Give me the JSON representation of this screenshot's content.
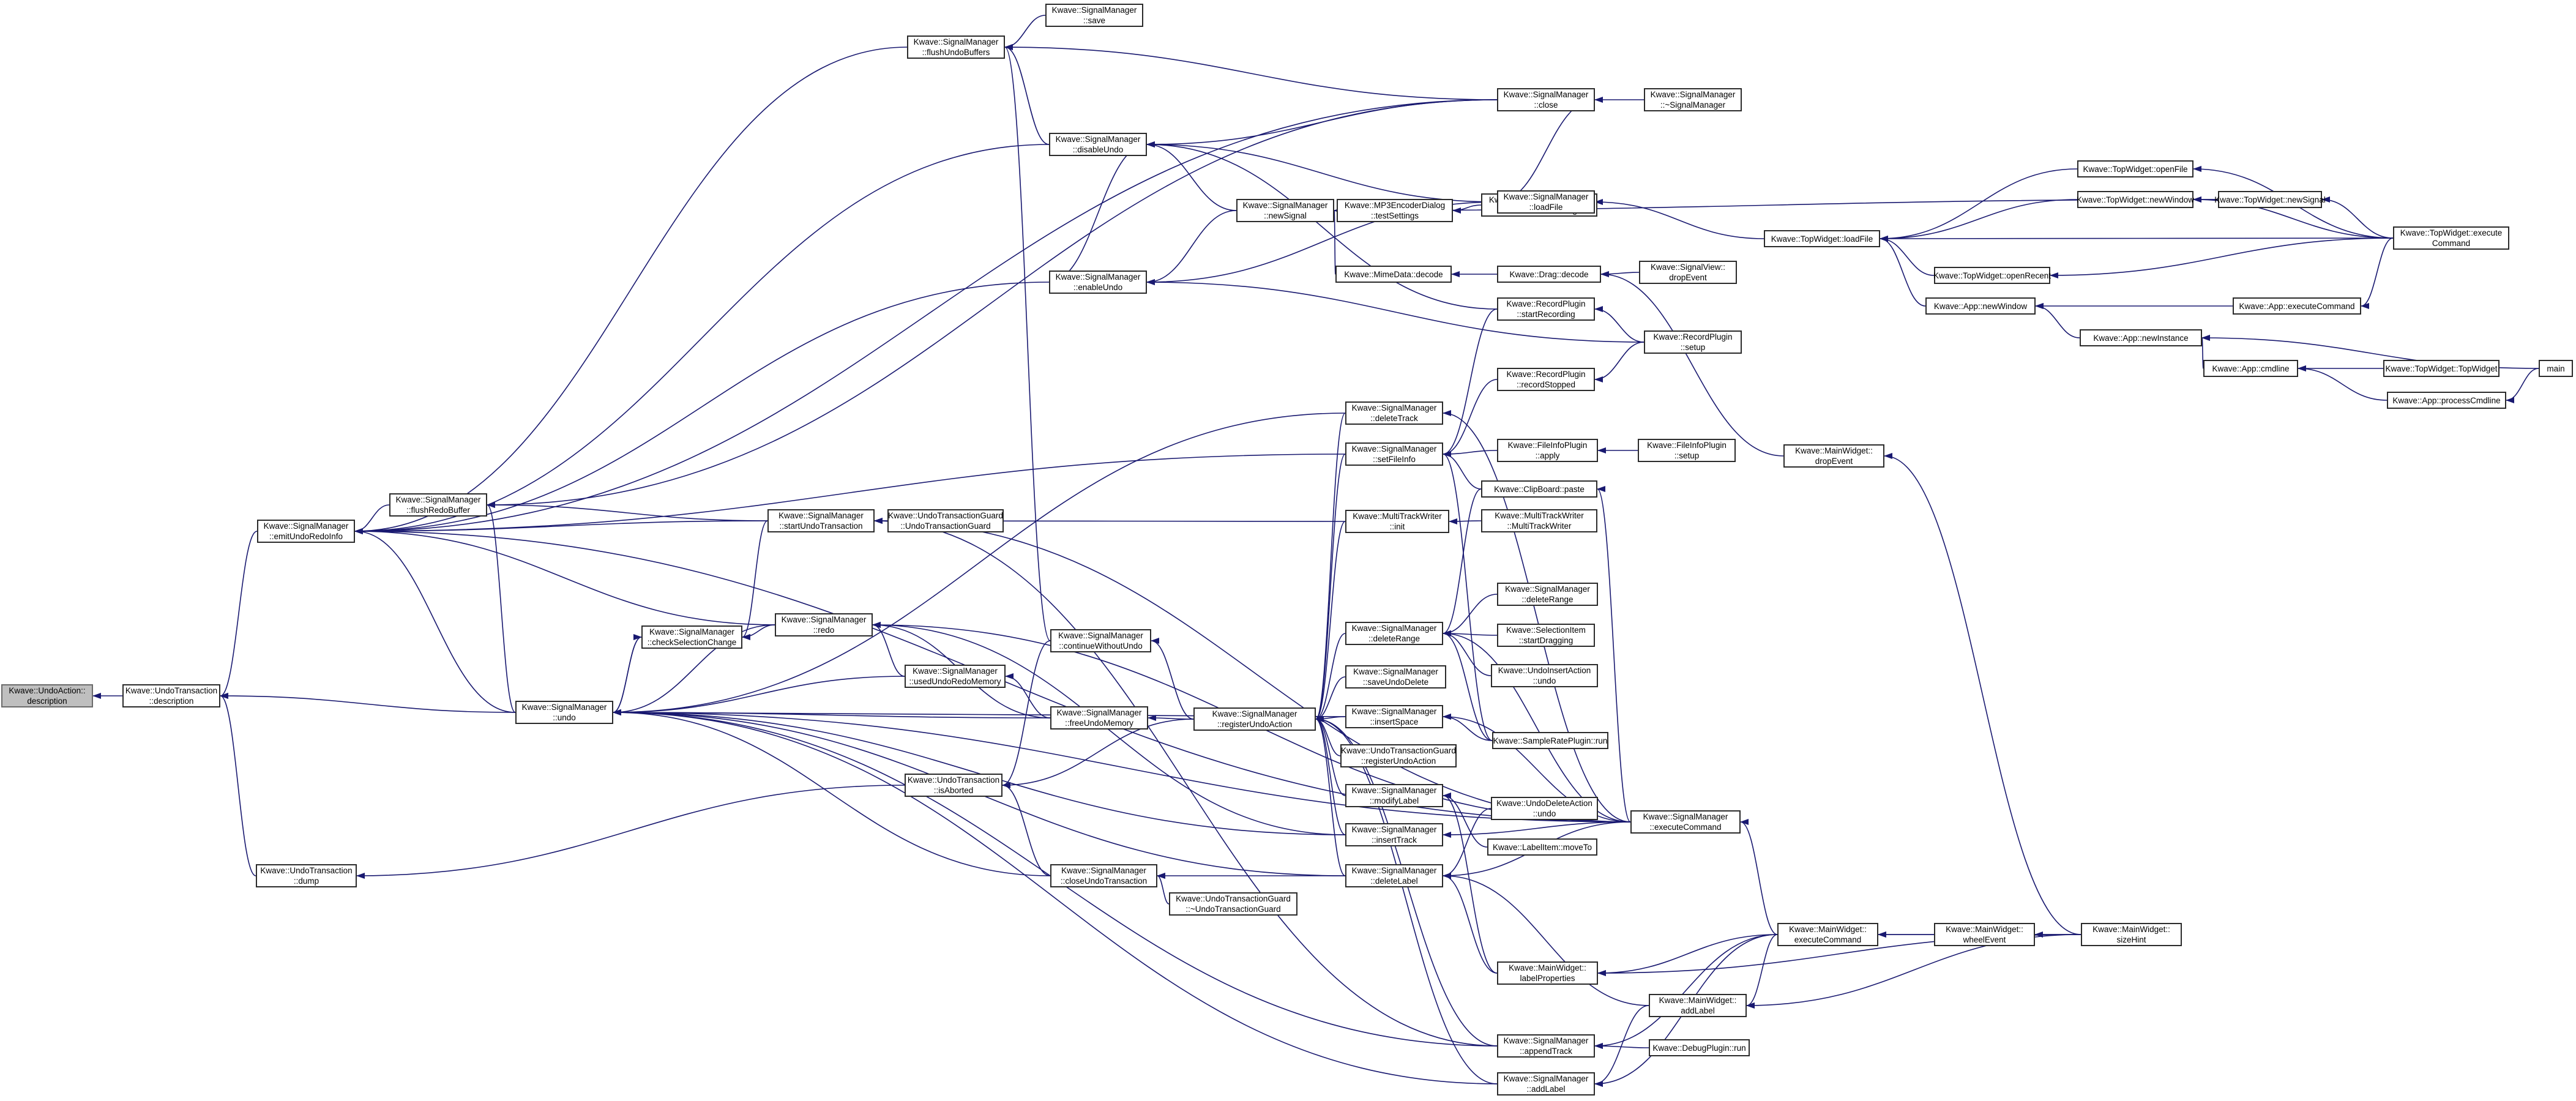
{
  "graph": {
    "root": "n0",
    "colors": {
      "edge": "#191970",
      "node_border": "#2b2b2b",
      "root_fill": "#bfbfbf",
      "node_fill": "#ffffff"
    },
    "nodes": [
      {
        "id": "n0",
        "lines": [
          "Kwave::UndoAction::",
          "description"
        ],
        "root": true
      },
      {
        "id": "n1",
        "lines": [
          "Kwave::UndoTransaction",
          "::description"
        ]
      },
      {
        "id": "n2",
        "lines": [
          "Kwave::SignalManager",
          "::emitUndoRedoInfo"
        ]
      },
      {
        "id": "n3",
        "lines": [
          "Kwave::SignalManager",
          "::undo"
        ]
      },
      {
        "id": "n4",
        "lines": [
          "Kwave::UndoTransaction",
          "::dump"
        ]
      },
      {
        "id": "n5",
        "lines": [
          "Kwave::SignalManager",
          "::flushRedoBuffer"
        ]
      },
      {
        "id": "n6",
        "lines": [
          "Kwave::SignalManager",
          "::checkSelectionChange"
        ]
      },
      {
        "id": "n7",
        "lines": [
          "Kwave::SignalManager",
          "::flushUndoBuffers"
        ]
      },
      {
        "id": "n8",
        "lines": [
          "Kwave::SignalManager",
          "::save"
        ]
      },
      {
        "id": "n9",
        "lines": [
          "Kwave::SignalManager",
          "::disableUndo"
        ]
      },
      {
        "id": "n10",
        "lines": [
          "Kwave::SignalManager",
          "::enableUndo"
        ]
      },
      {
        "id": "n11",
        "lines": [
          "Kwave::SignalManager",
          "::startUndoTransaction"
        ]
      },
      {
        "id": "n12",
        "lines": [
          "Kwave::SignalManager",
          "::redo"
        ]
      },
      {
        "id": "n13",
        "lines": [
          "Kwave::SignalManager",
          "::usedUndoRedoMemory"
        ]
      },
      {
        "id": "n14",
        "lines": [
          "Kwave::SignalManager",
          "::continueWithoutUndo"
        ]
      },
      {
        "id": "n15",
        "lines": [
          "Kwave::UndoTransactionGuard",
          "::UndoTransactionGuard"
        ]
      },
      {
        "id": "n16",
        "lines": [
          "Kwave::SignalManager",
          "::freeUndoMemory"
        ]
      },
      {
        "id": "n17",
        "lines": [
          "Kwave::UndoTransaction",
          "::isAborted"
        ]
      },
      {
        "id": "n18",
        "lines": [
          "Kwave::SignalManager",
          "::closeUndoTransaction"
        ]
      },
      {
        "id": "n19",
        "lines": [
          "Kwave::UndoTransactionGuard",
          "::~UndoTransactionGuard"
        ]
      },
      {
        "id": "n20",
        "lines": [
          "Kwave::SignalManager",
          "::newSignal"
        ]
      },
      {
        "id": "n21",
        "lines": [
          "Kwave::MP3EncoderDialog",
          "::testSettings"
        ]
      },
      {
        "id": "n22",
        "lines": [
          "Kwave::MP3EncoderDialog",
          "::MP3EncoderDialog"
        ]
      },
      {
        "id": "n23",
        "lines": [
          "Kwave::MimeData::decode"
        ]
      },
      {
        "id": "n24",
        "lines": [
          "Kwave::SignalManager",
          "::registerUndoAction"
        ]
      },
      {
        "id": "n25",
        "lines": [
          "Kwave::SignalManager",
          "::deleteTrack"
        ]
      },
      {
        "id": "n26",
        "lines": [
          "Kwave::SignalManager",
          "::setFileInfo"
        ]
      },
      {
        "id": "n27",
        "lines": [
          "Kwave::MultiTrackWriter",
          "::init"
        ]
      },
      {
        "id": "n28",
        "lines": [
          "Kwave::SignalManager",
          "::deleteRange"
        ]
      },
      {
        "id": "n29",
        "lines": [
          "Kwave::SignalManager",
          "::saveUndoDelete"
        ]
      },
      {
        "id": "n30",
        "lines": [
          "Kwave::SignalManager",
          "::insertSpace"
        ]
      },
      {
        "id": "n31",
        "lines": [
          "Kwave::UndoTransactionGuard",
          "::registerUndoAction"
        ]
      },
      {
        "id": "n32",
        "lines": [
          "Kwave::SignalManager",
          "::modifyLabel"
        ]
      },
      {
        "id": "n33",
        "lines": [
          "Kwave::SignalManager",
          "::insertTrack"
        ]
      },
      {
        "id": "n34",
        "lines": [
          "Kwave::SignalManager",
          "::deleteLabel"
        ]
      },
      {
        "id": "n35",
        "lines": [
          "Kwave::SignalManager",
          "::close"
        ]
      },
      {
        "id": "n36",
        "lines": [
          "Kwave::SignalManager",
          "::~SignalManager"
        ]
      },
      {
        "id": "n37",
        "lines": [
          "Kwave::SignalManager",
          "::loadFile"
        ]
      },
      {
        "id": "n38",
        "lines": [
          "Kwave::Drag::decode"
        ]
      },
      {
        "id": "n39",
        "lines": [
          "Kwave::SignalView::",
          "dropEvent"
        ]
      },
      {
        "id": "n40",
        "lines": [
          "Kwave::RecordPlugin",
          "::startRecording"
        ]
      },
      {
        "id": "n41",
        "lines": [
          "Kwave::RecordPlugin",
          "::setup"
        ]
      },
      {
        "id": "n42",
        "lines": [
          "Kwave::RecordPlugin",
          "::recordStopped"
        ]
      },
      {
        "id": "n43",
        "lines": [
          "Kwave::FileInfoPlugin",
          "::apply"
        ]
      },
      {
        "id": "n44",
        "lines": [
          "Kwave::FileInfoPlugin",
          "::setup"
        ]
      },
      {
        "id": "n45",
        "lines": [
          "Kwave::ClipBoard::paste"
        ]
      },
      {
        "id": "n46",
        "lines": [
          "Kwave::MultiTrackWriter",
          "::MultiTrackWriter"
        ]
      },
      {
        "id": "n47",
        "lines": [
          "Kwave::SignalManager",
          "::deleteRange"
        ]
      },
      {
        "id": "n48",
        "lines": [
          "Kwave::SelectionItem",
          "::startDragging"
        ]
      },
      {
        "id": "n49",
        "lines": [
          "Kwave::UndoInsertAction",
          "::undo"
        ]
      },
      {
        "id": "n50",
        "lines": [
          "Kwave::SampleRatePlugin::run"
        ]
      },
      {
        "id": "n51",
        "lines": [
          "Kwave::UndoDeleteAction",
          "::undo"
        ]
      },
      {
        "id": "n52",
        "lines": [
          "Kwave::LabelItem::moveTo"
        ]
      },
      {
        "id": "n53",
        "lines": [
          "Kwave::SignalManager",
          "::executeCommand"
        ]
      },
      {
        "id": "n54",
        "lines": [
          "Kwave::MainWidget::",
          "labelProperties"
        ]
      },
      {
        "id": "n55",
        "lines": [
          "Kwave::MainWidget::",
          "addLabel"
        ]
      },
      {
        "id": "n56",
        "lines": [
          "Kwave::SignalManager",
          "::appendTrack"
        ]
      },
      {
        "id": "n57",
        "lines": [
          "Kwave::DebugPlugin::run"
        ]
      },
      {
        "id": "n58",
        "lines": [
          "Kwave::SignalManager",
          "::addLabel"
        ]
      },
      {
        "id": "n59",
        "lines": [
          "Kwave::MainWidget::",
          "executeCommand"
        ]
      },
      {
        "id": "n60",
        "lines": [
          "Kwave::MainWidget::",
          "wheelEvent"
        ]
      },
      {
        "id": "n61",
        "lines": [
          "Kwave::MainWidget::",
          "sizeHint"
        ]
      },
      {
        "id": "n62",
        "lines": [
          "Kwave::MainWidget::",
          "dropEvent"
        ]
      },
      {
        "id": "n63",
        "lines": [
          "Kwave::TopWidget::loadFile"
        ]
      },
      {
        "id": "n64",
        "lines": [
          "Kwave::TopWidget::openFile"
        ]
      },
      {
        "id": "n65",
        "lines": [
          "Kwave::TopWidget::newWindow"
        ]
      },
      {
        "id": "n66",
        "lines": [
          "Kwave::TopWidget::newSignal"
        ]
      },
      {
        "id": "n67",
        "lines": [
          "Kwave::TopWidget::openRecent"
        ]
      },
      {
        "id": "n68",
        "lines": [
          "Kwave::App::newWindow"
        ]
      },
      {
        "id": "n69",
        "lines": [
          "Kwave::TopWidget::execute",
          "Command"
        ]
      },
      {
        "id": "n70",
        "lines": [
          "Kwave::App::executeCommand"
        ]
      },
      {
        "id": "n71",
        "lines": [
          "Kwave::App::newInstance"
        ]
      },
      {
        "id": "n72",
        "lines": [
          "Kwave::App::cmdline"
        ]
      },
      {
        "id": "n73",
        "lines": [
          "Kwave::TopWidget::TopWidget"
        ]
      },
      {
        "id": "n74",
        "lines": [
          "Kwave::App::processCmdline"
        ]
      },
      {
        "id": "n75",
        "lines": [
          "main"
        ]
      }
    ],
    "edges": [
      [
        "n1",
        "n0"
      ],
      [
        "n2",
        "n1"
      ],
      [
        "n3",
        "n1"
      ],
      [
        "n4",
        "n1"
      ],
      [
        "n5",
        "n2"
      ],
      [
        "n3",
        "n2"
      ],
      [
        "n7",
        "n2"
      ],
      [
        "n9",
        "n2"
      ],
      [
        "n10",
        "n2"
      ],
      [
        "n11",
        "n2"
      ],
      [
        "n12",
        "n2"
      ],
      [
        "n35",
        "n2"
      ],
      [
        "n26",
        "n2"
      ],
      [
        "n53",
        "n2"
      ],
      [
        "n6",
        "n3"
      ],
      [
        "n12",
        "n3"
      ],
      [
        "n13",
        "n3"
      ],
      [
        "n16",
        "n3"
      ],
      [
        "n25",
        "n3"
      ],
      [
        "n30",
        "n3"
      ],
      [
        "n33",
        "n3"
      ],
      [
        "n34",
        "n3"
      ],
      [
        "n18",
        "n3"
      ],
      [
        "n53",
        "n3"
      ],
      [
        "n56",
        "n3"
      ],
      [
        "n58",
        "n3"
      ],
      [
        "n17",
        "n4"
      ],
      [
        "n3",
        "n5"
      ],
      [
        "n11",
        "n5"
      ],
      [
        "n35",
        "n5"
      ],
      [
        "n3",
        "n6"
      ],
      [
        "n11",
        "n6"
      ],
      [
        "n12",
        "n6"
      ],
      [
        "n8",
        "n7"
      ],
      [
        "n9",
        "n7"
      ],
      [
        "n35",
        "n7"
      ],
      [
        "n14",
        "n7"
      ],
      [
        "n20",
        "n9"
      ],
      [
        "n10",
        "n9"
      ],
      [
        "n35",
        "n9"
      ],
      [
        "n37",
        "n9"
      ],
      [
        "n40",
        "n9"
      ],
      [
        "n20",
        "n10"
      ],
      [
        "n37",
        "n10"
      ],
      [
        "n41",
        "n10"
      ],
      [
        "n15",
        "n11"
      ],
      [
        "n27",
        "n11"
      ],
      [
        "n53",
        "n11"
      ],
      [
        "n56",
        "n11"
      ],
      [
        "n16",
        "n12"
      ],
      [
        "n13",
        "n12"
      ],
      [
        "n33",
        "n12"
      ],
      [
        "n53",
        "n12"
      ],
      [
        "n16",
        "n13"
      ],
      [
        "n24",
        "n14"
      ],
      [
        "n24",
        "n16"
      ],
      [
        "n14",
        "n17"
      ],
      [
        "n18",
        "n17"
      ],
      [
        "n24",
        "n17"
      ],
      [
        "n19",
        "n18"
      ],
      [
        "n34",
        "n18"
      ],
      [
        "n21",
        "n20"
      ],
      [
        "n23",
        "n20"
      ],
      [
        "n66",
        "n20"
      ],
      [
        "n22",
        "n21"
      ],
      [
        "n38",
        "n23"
      ],
      [
        "n25",
        "n24"
      ],
      [
        "n26",
        "n24"
      ],
      [
        "n27",
        "n24"
      ],
      [
        "n28",
        "n24"
      ],
      [
        "n29",
        "n24"
      ],
      [
        "n30",
        "n24"
      ],
      [
        "n32",
        "n24"
      ],
      [
        "n33",
        "n24"
      ],
      [
        "n34",
        "n24"
      ],
      [
        "n31",
        "n24"
      ],
      [
        "n56",
        "n24"
      ],
      [
        "n58",
        "n24"
      ],
      [
        "n53",
        "n25"
      ],
      [
        "n40",
        "n26"
      ],
      [
        "n42",
        "n26"
      ],
      [
        "n43",
        "n26"
      ],
      [
        "n45",
        "n26"
      ],
      [
        "n50",
        "n26"
      ],
      [
        "n46",
        "n27"
      ],
      [
        "n47",
        "n28"
      ],
      [
        "n48",
        "n28"
      ],
      [
        "n49",
        "n28"
      ],
      [
        "n50",
        "n28"
      ],
      [
        "n45",
        "n28"
      ],
      [
        "n53",
        "n28"
      ],
      [
        "n50",
        "n30"
      ],
      [
        "n53",
        "n30"
      ],
      [
        "n54",
        "n32"
      ],
      [
        "n52",
        "n32"
      ],
      [
        "n53",
        "n33"
      ],
      [
        "n54",
        "n34"
      ],
      [
        "n51",
        "n34"
      ],
      [
        "n53",
        "n34"
      ],
      [
        "n55",
        "n34"
      ],
      [
        "n36",
        "n35"
      ],
      [
        "n37",
        "n35"
      ],
      [
        "n63",
        "n37"
      ],
      [
        "n39",
        "n38"
      ],
      [
        "n62",
        "n38"
      ],
      [
        "n41",
        "n40"
      ],
      [
        "n41",
        "n42"
      ],
      [
        "n44",
        "n43"
      ],
      [
        "n53",
        "n45"
      ],
      [
        "n59",
        "n53"
      ],
      [
        "n59",
        "n54"
      ],
      [
        "n61",
        "n54"
      ],
      [
        "n59",
        "n55"
      ],
      [
        "n61",
        "n55"
      ],
      [
        "n57",
        "n56"
      ],
      [
        "n59",
        "n56"
      ],
      [
        "n55",
        "n58"
      ],
      [
        "n59",
        "n58"
      ],
      [
        "n60",
        "n59"
      ],
      [
        "n61",
        "n59"
      ],
      [
        "n61",
        "n60"
      ],
      [
        "n61",
        "n62"
      ],
      [
        "n64",
        "n63"
      ],
      [
        "n65",
        "n63"
      ],
      [
        "n67",
        "n63"
      ],
      [
        "n68",
        "n63"
      ],
      [
        "n69",
        "n63"
      ],
      [
        "n69",
        "n64"
      ],
      [
        "n66",
        "n65"
      ],
      [
        "n69",
        "n65"
      ],
      [
        "n69",
        "n66"
      ],
      [
        "n69",
        "n67"
      ],
      [
        "n70",
        "n68"
      ],
      [
        "n71",
        "n68"
      ],
      [
        "n69",
        "n70"
      ],
      [
        "n72",
        "n71"
      ],
      [
        "n75",
        "n71"
      ],
      [
        "n73",
        "n72"
      ],
      [
        "n74",
        "n72"
      ],
      [
        "n75",
        "n74"
      ]
    ]
  }
}
